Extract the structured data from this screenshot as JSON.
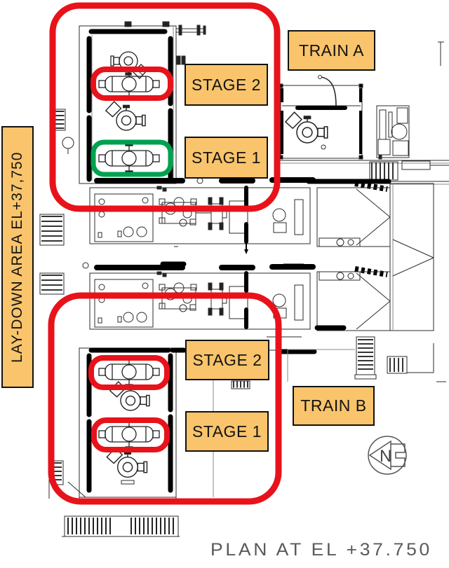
{
  "labels": {
    "train_a": "TRAIN A",
    "train_b": "TRAIN B",
    "stage_2_top": "STAGE 2",
    "stage_1_top": "STAGE 1",
    "stage_2_bottom": "STAGE 2",
    "stage_1_bottom": "STAGE 1",
    "laydown_area": "LAY-DOWN AREA EL+37,750"
  },
  "title": "PLAN AT EL +37.750",
  "north_arrow": {
    "label": "N"
  },
  "colors": {
    "label_fill": "#F9C46B",
    "label_border": "#111111",
    "highlight_red": "#E8121B",
    "highlight_green": "#00A14E",
    "line": "#2b2b2b"
  }
}
